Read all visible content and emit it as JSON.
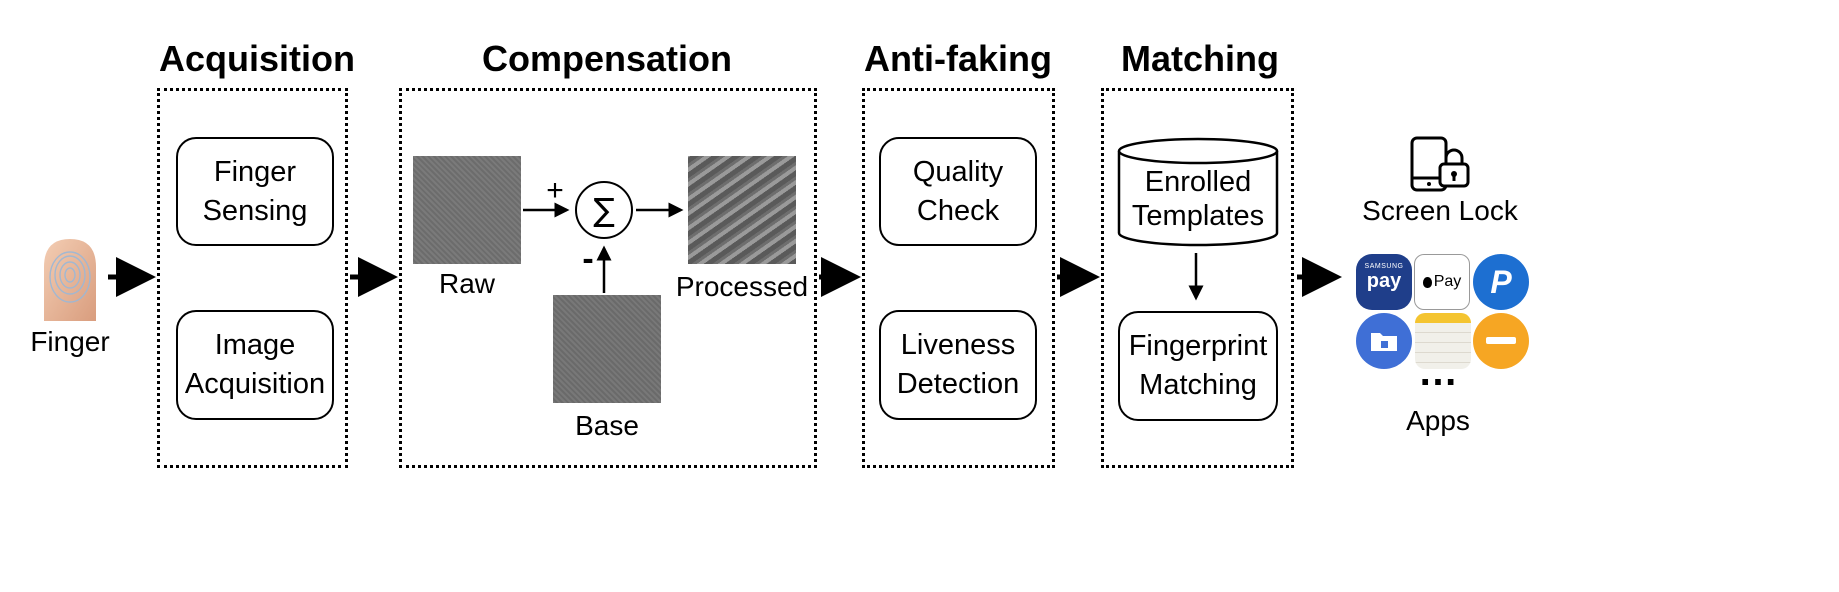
{
  "finger": {
    "label": "Finger"
  },
  "stages": {
    "acquisition": {
      "title": "Acquisition",
      "boxes": [
        {
          "line1": "Finger",
          "line2": "Sensing"
        },
        {
          "line1": "Image",
          "line2": "Acquisition"
        }
      ]
    },
    "compensation": {
      "title": "Compensation",
      "raw_label": "Raw",
      "base_label": "Base",
      "processed_label": "Processed",
      "plus": "+",
      "minus": "-",
      "sum_symbol": "∑"
    },
    "antifaking": {
      "title": "Anti-faking",
      "boxes": [
        {
          "line1": "Quality",
          "line2": "Check"
        },
        {
          "line1": "Liveness",
          "line2": "Detection"
        }
      ]
    },
    "matching": {
      "title": "Matching",
      "database": {
        "line1": "Enrolled",
        "line2": "Templates"
      },
      "box": {
        "line1": "Fingerprint",
        "line2": "Matching"
      }
    }
  },
  "outputs": {
    "screen_lock_label": "Screen Lock",
    "apps_label": "Apps",
    "ellipsis": "…",
    "app_icons": [
      {
        "icon": "samsung-pay-icon",
        "brand_top": "SAMSUNG",
        "brand": "pay",
        "color": "#1f3e8a"
      },
      {
        "icon": "apple-pay-icon",
        "brand": "Pay",
        "color": "#ffffff"
      },
      {
        "icon": "paypal-icon",
        "brand": "P",
        "color": "#1d6fd1"
      },
      {
        "icon": "secure-folder-icon",
        "color": "#3f6fd6"
      },
      {
        "icon": "notes-icon",
        "color": "#f1f0ea"
      },
      {
        "icon": "wallet-icon",
        "color": "#f6a623"
      }
    ]
  }
}
